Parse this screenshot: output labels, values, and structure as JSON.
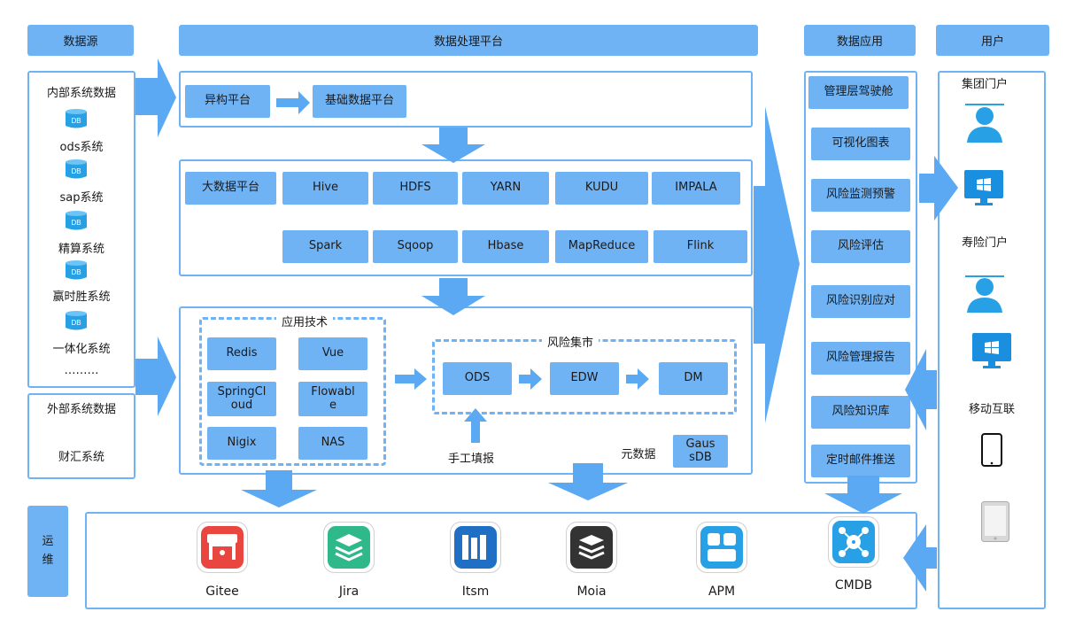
{
  "headers": {
    "data_source": "数据源",
    "processing": "数据处理平台",
    "application": "数据应用",
    "user": "用户",
    "ops": "运\n维"
  },
  "sources": {
    "internal_title": "内部系统数据",
    "items": [
      "ods系统",
      "sap系统",
      "精算系统",
      "赢时胜系统",
      "一体化系统"
    ],
    "ellipsis": "………",
    "external_title": "外部系统数据",
    "external_items": [
      "财汇系统"
    ],
    "db_icon": "DB"
  },
  "platform_row1": {
    "hetero": "异构平台",
    "base": "基础数据平台"
  },
  "bigdata": {
    "label": "大数据平台",
    "row1": [
      "Hive",
      "HDFS",
      "YARN",
      "KUDU",
      "IMPALA"
    ],
    "row2": [
      "Spark",
      "Sqoop",
      "Hbase",
      "MapReduce",
      "Flink"
    ]
  },
  "apptech": {
    "title": "应用技术",
    "items": [
      "Redis",
      "Vue",
      "SpringCl\noud",
      "Flowabl\ne",
      "Nigix",
      "NAS"
    ]
  },
  "risk_mart": {
    "title": "风险集市",
    "items": [
      "ODS",
      "EDW",
      "DM"
    ],
    "manual": "手工填报",
    "meta": "元数据",
    "gauss": "Gaus\nsDB"
  },
  "applications": [
    "管理层驾驶舱",
    "可视化图表",
    "风险监测预警",
    "风险评估",
    "风险识别应对",
    "风险管理报告",
    "风险知识库",
    "定时邮件推送"
  ],
  "users": {
    "group": "集团门户",
    "life": "寿险门户",
    "mobile": "移动互联"
  },
  "ops_tools": [
    "Gitee",
    "Jira",
    "Itsm",
    "Moia",
    "APM",
    "CMDB"
  ],
  "colors": {
    "primary": "#6fb3f5",
    "arrow": "#5aa9f2",
    "gitee": "#e8463e",
    "jira": "#2fb98a",
    "itsm": "#1f6fc4",
    "moia": "#333333",
    "apm": "#27a0e6",
    "cmdb": "#27a0e6"
  },
  "icons": {
    "user": "user-icon",
    "windows": "windows-monitor-icon",
    "phone": "phone-icon",
    "tablet": "tablet-icon"
  }
}
